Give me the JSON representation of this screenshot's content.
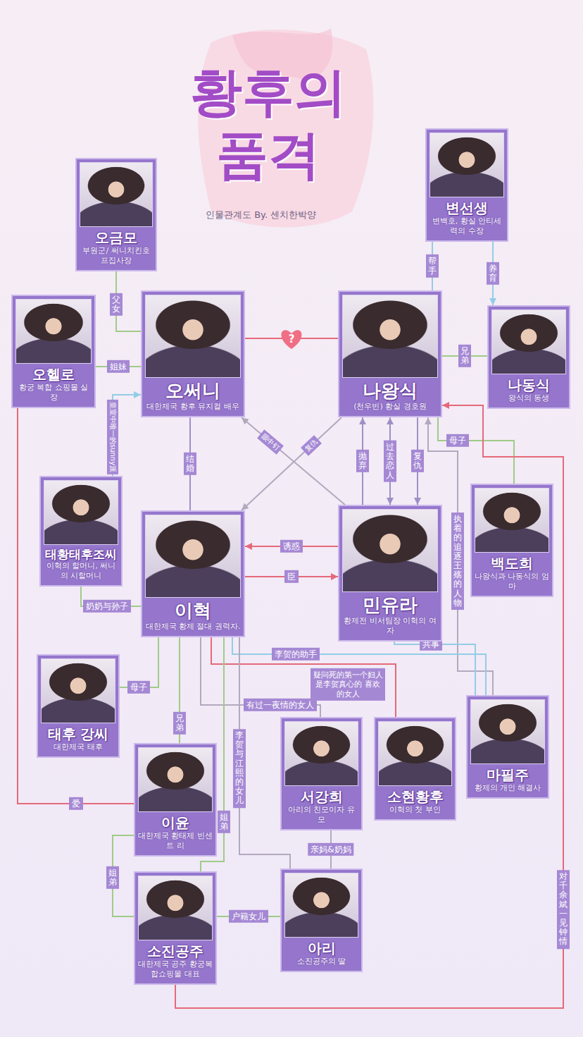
{
  "diagram": {
    "title": "황후의 품격",
    "caption": "인물관계도 By. 센치한박양",
    "nodes": [
      {
        "text": [
          "오금모",
          "부원군/ 써니치킨호프집사장"
        ]
      },
      {
        "text": [
          "변선생",
          "변백호, 황실 안티세력의 수장"
        ]
      },
      {
        "text": [
          "오헬로",
          "황궁 복합 쇼핑몰 실장"
        ]
      },
      {
        "text": [
          "오써니",
          "대한제국 황후 뮤지컬 배우"
        ]
      },
      {
        "text": [
          "나왕식",
          "(천우빈) 황실 경호원"
        ]
      },
      {
        "text": [
          "나동식",
          "왕식의 동생"
        ]
      },
      {
        "text": [
          "태황태후조씨",
          "이혁의 할머니, 써니의 시할머니"
        ]
      },
      {
        "text": [
          "이혁",
          "대한제국 황제 절대 권력자."
        ]
      },
      {
        "text": [
          "민유라",
          "황제전 비서팀장 이혁의 여자"
        ]
      },
      {
        "text": [
          "백도희",
          "나왕식과 나동식의 엄마"
        ]
      },
      {
        "text": [
          "태후 강씨",
          "대한제국 태후"
        ]
      },
      {
        "text": [
          "서강희",
          "아리의 친모이자 유모"
        ]
      },
      {
        "text": [
          "소현황후",
          "이혁의 첫 부인"
        ]
      },
      {
        "text": [
          "마필주",
          "황제의 개인 해결사"
        ]
      },
      {
        "text": [
          "이윤",
          "대한제국 황태제 빈센트 리"
        ]
      },
      {
        "text": [
          "소진공주",
          "대한제국 공주 황궁복합쇼핑몰 대표"
        ]
      },
      {
        "text": [
          "아리",
          "소진공주의 딸"
        ]
      }
    ],
    "edges": [
      {
        "from": 0,
        "to": 3,
        "label": "父女",
        "arrow": "none"
      },
      {
        "from": 2,
        "to": 3,
        "label": "姐妹",
        "arrow": "none"
      },
      {
        "from": 3,
        "to": 4,
        "label": "?",
        "arrow": "none"
      },
      {
        "from": 1,
        "to": 4,
        "label": "帮手",
        "arrow": "none"
      },
      {
        "from": 1,
        "to": 5,
        "label": "养育",
        "arrow": "to"
      },
      {
        "from": 4,
        "to": 5,
        "label": "兄弟",
        "arrow": "none"
      },
      {
        "from": 6,
        "to": 3,
        "label": "皇室中唯一的sunny派",
        "arrow": "to"
      },
      {
        "from": 3,
        "to": 7,
        "label": "结婚",
        "arrow": "none"
      },
      {
        "from": 8,
        "to": 3,
        "label": "眼中钉",
        "arrow": "to"
      },
      {
        "from": 4,
        "to": 7,
        "label": "复仇",
        "arrow": "to"
      },
      {
        "from": 4,
        "to": 8,
        "label": "过去恋人",
        "arrow": "both"
      },
      {
        "from": 8,
        "to": 4,
        "label": "抛弃",
        "arrow": "to"
      },
      {
        "from": 4,
        "to": 8,
        "label": "复仇",
        "arrow": "to"
      },
      {
        "from": 9,
        "to": 4,
        "label": "母子",
        "arrow": "none"
      },
      {
        "from": 8,
        "to": 7,
        "label": "诱惑",
        "arrow": "to"
      },
      {
        "from": 7,
        "to": 8,
        "label": "臣",
        "arrow": "to"
      },
      {
        "from": 6,
        "to": 7,
        "label": "奶奶与孙子",
        "arrow": "none"
      },
      {
        "from": 13,
        "to": 4,
        "label": "执着的追逐王殇的人物",
        "arrow": "to"
      },
      {
        "from": 7,
        "to": 13,
        "label": "李贺的助手",
        "arrow": "none"
      },
      {
        "from": 8,
        "to": 13,
        "label": "共事",
        "arrow": "none"
      },
      {
        "from": 7,
        "to": 12,
        "label": "疑问死的第一个妇人 是李贺真心的 喜欢的女人",
        "arrow": "none"
      },
      {
        "from": 7,
        "to": 11,
        "label": "有过一夜情的女人",
        "arrow": "none"
      },
      {
        "from": 7,
        "to": 16,
        "label": "李贺与江熙的女儿",
        "arrow": "none"
      },
      {
        "from": 10,
        "to": 7,
        "label": "母子",
        "arrow": "none"
      },
      {
        "from": 7,
        "to": 14,
        "label": "兄弟",
        "arrow": "none"
      },
      {
        "from": 7,
        "to": 15,
        "label": "姐弟",
        "arrow": "none"
      },
      {
        "from": 2,
        "to": 14,
        "label": "爱",
        "arrow": "none"
      },
      {
        "from": 14,
        "to": 15,
        "label": "姐弟",
        "arrow": "none"
      },
      {
        "from": 15,
        "to": 16,
        "label": "户籍女儿",
        "arrow": "none"
      },
      {
        "from": 11,
        "to": 16,
        "label": "亲妈&奶妈",
        "arrow": "none"
      },
      {
        "from": 15,
        "to": 4,
        "label": "对千余斌一见钟情",
        "arrow": "to"
      }
    ]
  }
}
